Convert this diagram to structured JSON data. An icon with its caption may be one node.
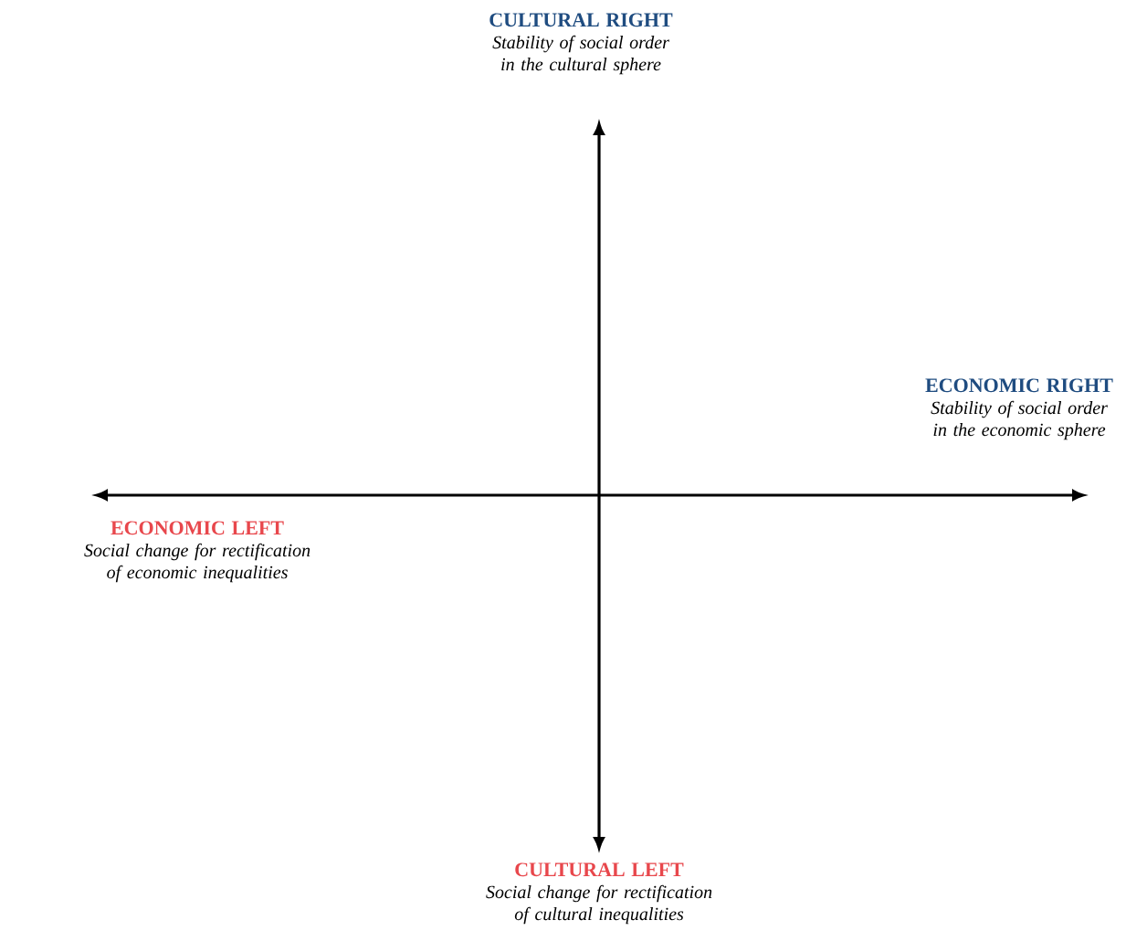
{
  "diagram": {
    "nodes": [
      {
        "text": [
          "CULTURAL RIGHT",
          "Stability of social order in the cultural sphere"
        ]
      },
      {
        "text": [
          "ECONOMIC RIGHT",
          "Stability of social order in the economic sphere"
        ]
      },
      {
        "text": [
          "ECONOMIC LEFT",
          "Social change for rectification of economic inequalities"
        ]
      },
      {
        "text": [
          "CULTURAL LEFT",
          "Social change for rectification of cultural inequalities"
        ]
      }
    ]
  }
}
